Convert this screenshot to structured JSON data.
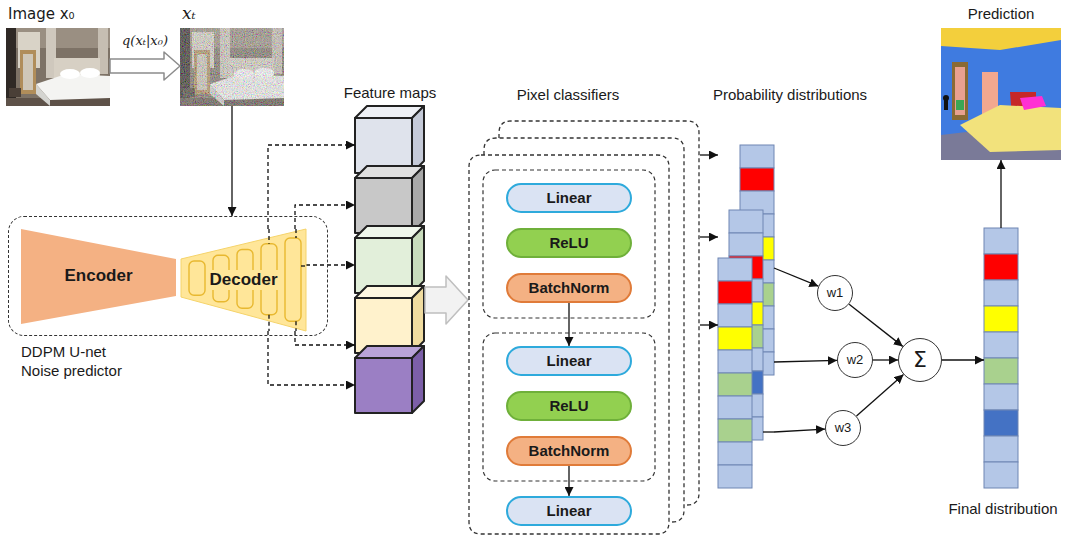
{
  "diagram": {
    "nodes": [
      {
        "text": [
          "Image x₀"
        ]
      },
      {
        "text": [
          "xₜ"
        ]
      },
      {
        "text": [
          "DDPM U-net Noise predictor"
        ]
      },
      {
        "text": [
          "Encoder"
        ],
        "in": 2
      },
      {
        "text": [
          "Decoder"
        ],
        "in": 2
      },
      {
        "text": [
          "Feature maps"
        ]
      },
      {
        "text": [
          "Pixel classifiers"
        ]
      },
      {
        "text": [
          "Linear"
        ],
        "in": 6
      },
      {
        "text": [
          "ReLU"
        ],
        "in": 6
      },
      {
        "text": [
          "BatchNorm"
        ],
        "in": 6
      },
      {
        "text": [
          "Linear"
        ],
        "in": 6
      },
      {
        "text": [
          "ReLU"
        ],
        "in": 6
      },
      {
        "text": [
          "BatchNorm"
        ],
        "in": 6
      },
      {
        "text": [
          "Linear"
        ],
        "in": 6
      },
      {
        "text": [
          "Probability distributions"
        ]
      },
      {
        "text": [
          "w1"
        ]
      },
      {
        "text": [
          "w2"
        ]
      },
      {
        "text": [
          "w3"
        ]
      },
      {
        "text": [
          "Σ"
        ]
      },
      {
        "text": [
          "Final distribution"
        ]
      },
      {
        "text": [
          "Prediction"
        ]
      }
    ],
    "edges": [
      {
        "from": 0,
        "to": 1,
        "label": "q(xₜ|x₀)",
        "arrow": "to"
      },
      {
        "from": 1,
        "to": 2,
        "arrow": "to"
      },
      {
        "from": 4,
        "to": 5,
        "arrow": "to"
      },
      {
        "from": 4,
        "to": 5,
        "arrow": "to"
      },
      {
        "from": 4,
        "to": 5,
        "arrow": "to"
      },
      {
        "from": 4,
        "to": 5,
        "arrow": "to"
      },
      {
        "from": 4,
        "to": 5,
        "arrow": "to"
      },
      {
        "from": 5,
        "to": 6,
        "arrow": "to"
      },
      {
        "from": 9,
        "to": 10,
        "arrow": "to"
      },
      {
        "from": 12,
        "to": 13,
        "arrow": "to"
      },
      {
        "from": 6,
        "to": 14,
        "arrow": "to"
      },
      {
        "from": 6,
        "to": 14,
        "arrow": "to"
      },
      {
        "from": 6,
        "to": 14,
        "arrow": "to"
      },
      {
        "from": 14,
        "to": 15,
        "arrow": "to"
      },
      {
        "from": 14,
        "to": 16,
        "arrow": "to"
      },
      {
        "from": 14,
        "to": 17,
        "arrow": "to"
      },
      {
        "from": 15,
        "to": 18,
        "arrow": "to"
      },
      {
        "from": 16,
        "to": 18,
        "arrow": "to"
      },
      {
        "from": 17,
        "to": 18,
        "arrow": "to"
      },
      {
        "from": 18,
        "to": 19,
        "arrow": "to"
      },
      {
        "from": 19,
        "to": 20,
        "arrow": "to"
      }
    ]
  }
}
